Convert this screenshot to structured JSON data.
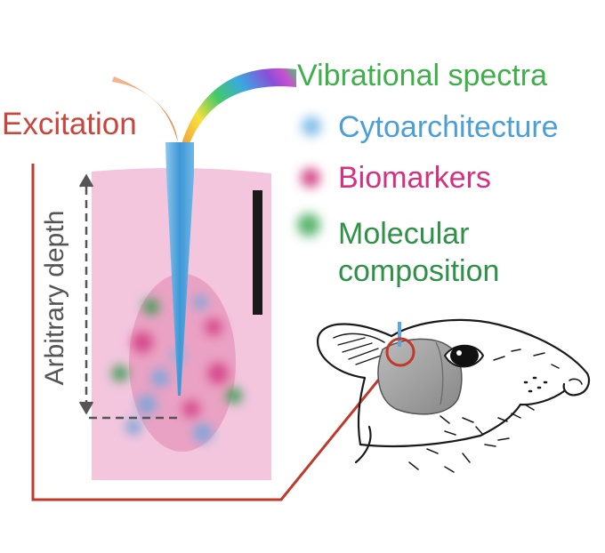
{
  "labels": {
    "excitation": "Excitation",
    "vibrational_spectra": "Vibrational spectra",
    "cytoarchitecture": "Cytoarchitecture",
    "biomarkers": "Biomarkers",
    "molecular": "Molecular",
    "composition": "composition",
    "arbitrary_depth": "Arbitrary depth"
  },
  "colors": {
    "excitation": "#c8463c",
    "vibrational_spectra": "#3fae4b",
    "cytoarchitecture": "#4b9fd8",
    "biomarkers": "#d5317f",
    "molecular_composition": "#2e9147",
    "tissue": "#f2c4dc",
    "probe": "#5aa9de",
    "connector": "#c0392b",
    "depth_arrow": "#555555",
    "scale_bar": "#1a1a1a"
  },
  "icons": [
    "probe-fiber-icon",
    "mouse-head-icon",
    "spectrum-rainbow-icon"
  ]
}
